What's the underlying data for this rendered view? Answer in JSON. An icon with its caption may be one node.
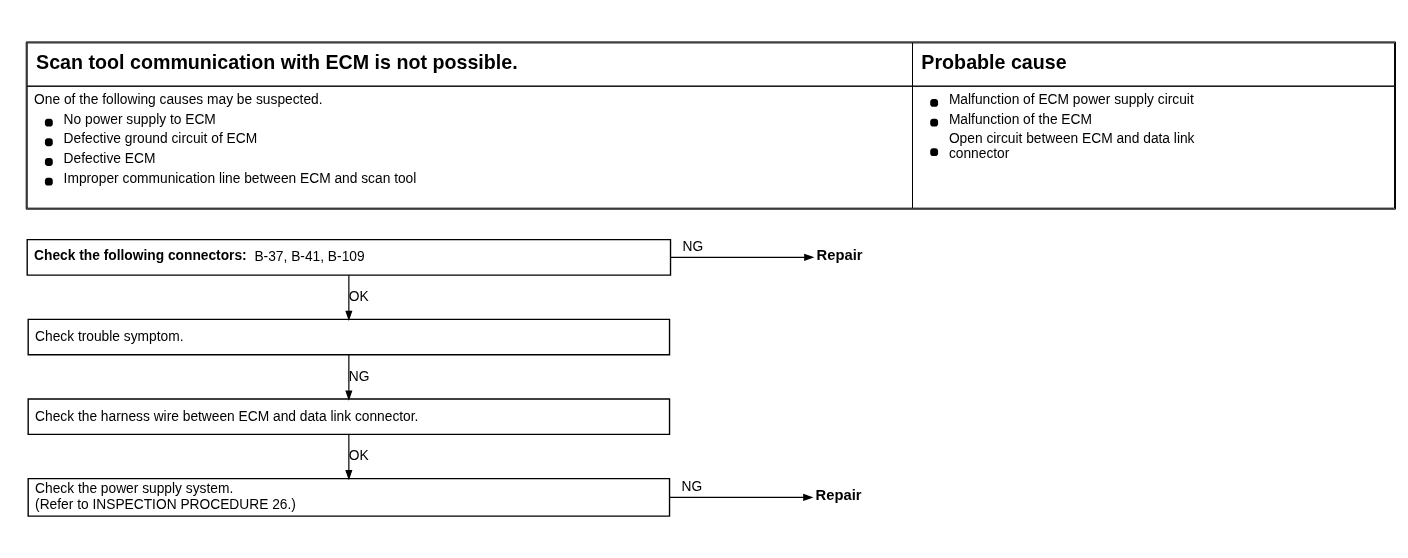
{
  "diagram": {
    "nodes": [
      {
        "text": [
          "**Check the following connectors:** B-37, B-41, B-109"
        ]
      },
      {
        "text": [
          "Repair"
        ]
      },
      {
        "text": [
          "Check trouble symptom."
        ]
      },
      {
        "text": [
          "Check the harness wire between ECM and data link connector."
        ]
      },
      {
        "text": [
          "Check the power supply system.",
          "(Refer to INSPECTION PROCEDURE 26.)"
        ]
      },
      {
        "text": [
          "Repair"
        ]
      }
    ],
    "edges": [
      {
        "from": 0,
        "to": 1,
        "arrow": "to",
        "label": "NG"
      },
      {
        "from": 0,
        "to": 2,
        "arrow": "to",
        "label": "OK"
      },
      {
        "from": 2,
        "to": 3,
        "arrow": "to",
        "label": "NG"
      },
      {
        "from": 3,
        "to": 4,
        "arrow": "to",
        "label": "OK"
      },
      {
        "from": 4,
        "to": 5,
        "arrow": "to",
        "label": "NG"
      }
    ],
    "labels": [
      "Scan tool communication with ECM is not possible.",
      "Probable cause",
      "One of the following causes may be suspected.",
      "No power supply to ECM",
      "Defective ground circuit of ECM",
      "Defective ECM",
      "Improper communication line between ECM and scan tool",
      "Malfunction of ECM power supply circuit",
      "Malfunction of the ECM",
      "Open circuit between ECM and data link connector"
    ]
  }
}
